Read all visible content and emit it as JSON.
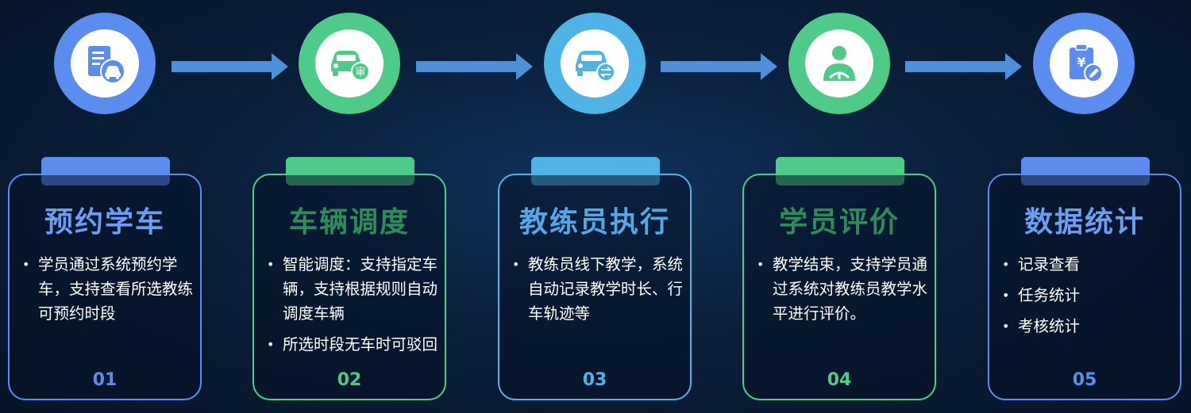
{
  "colors": {
    "blue": "#5b8df0",
    "green": "#4ecb88",
    "sky": "#4fb3e8",
    "arrow": "#4f8fd8",
    "title_blue": "#6b9ef2",
    "title_green": "#2d8c5b",
    "title_sky": "#55a8e6"
  },
  "steps": [
    {
      "icon": "clipboard-car-icon",
      "title": "预约学车",
      "items": [
        "学员通过系统预约学车，支持查看所选教练可预约时段"
      ],
      "number": "01"
    },
    {
      "icon": "car-review-icon",
      "title": "车辆调度",
      "items": [
        "智能调度：支持指定车辆，支持根据规则自动调度车辆",
        "所选时段无车时可驳回"
      ],
      "number": "02"
    },
    {
      "icon": "car-exchange-icon",
      "title": "教练员执行",
      "items": [
        "教练员线下教学，系统自动记录教学时长、行车轨迹等"
      ],
      "number": "03"
    },
    {
      "icon": "driver-icon",
      "title": "学员评价",
      "items": [
        "教学结束，支持学员通过系统对教练员教学水平进行评价。"
      ],
      "number": "04"
    },
    {
      "icon": "clipboard-yen-icon",
      "title": "数据统计",
      "items": [
        "记录查看",
        "任务统计",
        "考核统计"
      ],
      "number": "05"
    }
  ]
}
